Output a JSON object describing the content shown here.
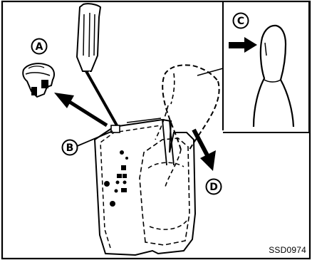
{
  "figure": {
    "callouts": {
      "a": "A",
      "b": "B",
      "c": "C",
      "d": "D"
    },
    "code": "SSD0974"
  },
  "colors": {
    "ink": "#000000",
    "paper": "#ffffff"
  },
  "icons": [
    "screwdriver-icon",
    "lock-button-icon",
    "arrow-icon"
  ]
}
